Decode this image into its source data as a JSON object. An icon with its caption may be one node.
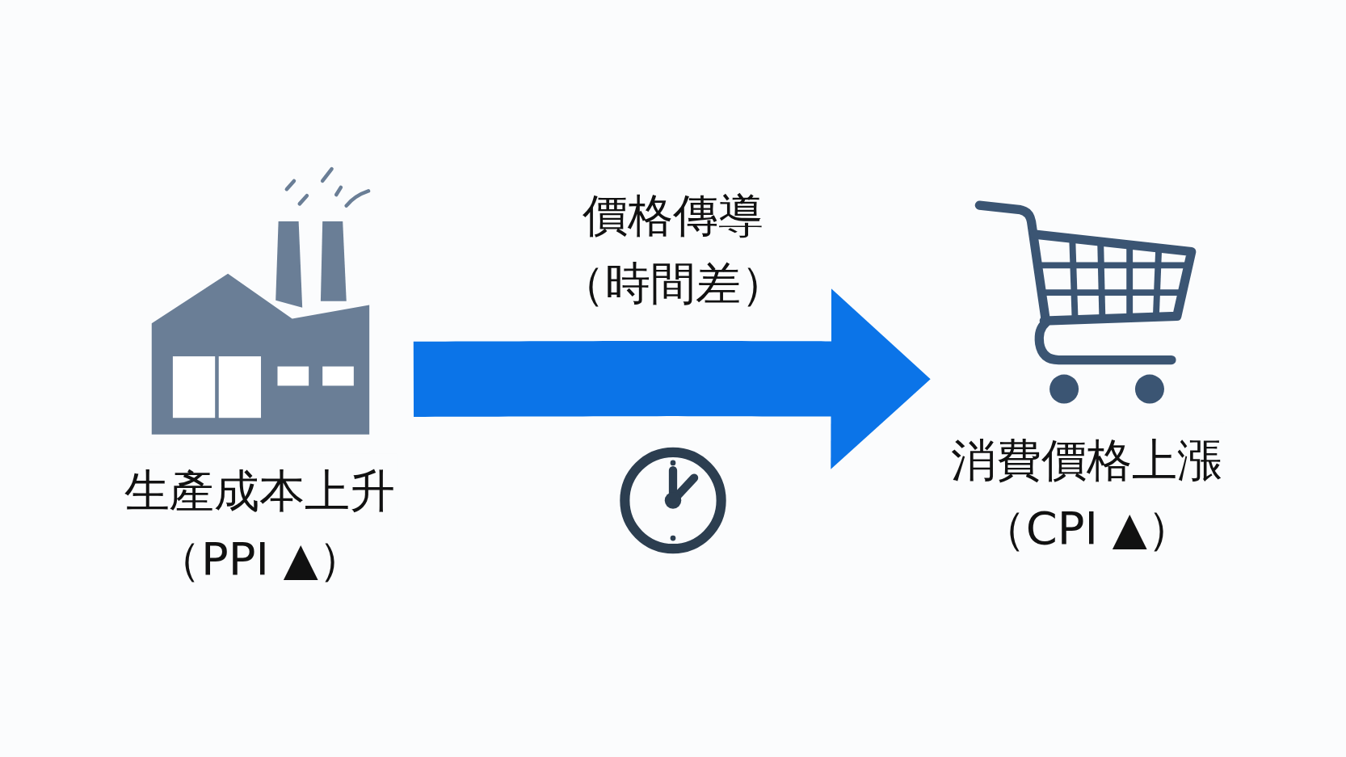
{
  "diagram": {
    "nodes": [
      {
        "text": [
          "生產成本上升",
          "（PPI ▲）"
        ]
      },
      {
        "text": [
          "消費價格上漲",
          "（CPI ▲）"
        ]
      }
    ],
    "edges": [
      {
        "from": 0,
        "to": 1,
        "arrow": "to",
        "label": "價格傳導（時間差）",
        "color": "#0b74e8"
      }
    ]
  }
}
